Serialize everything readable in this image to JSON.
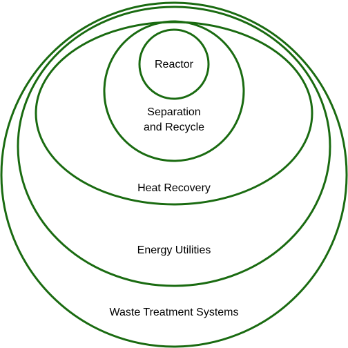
{
  "diagram": {
    "stroke_color": "#1a6b11",
    "layers": {
      "reactor": {
        "label": "Reactor"
      },
      "separation": {
        "label_line1": "Separation",
        "label_line2": "and Recycle"
      },
      "heat_recovery": {
        "label": "Heat Recovery"
      },
      "energy_utilities": {
        "label": "Energy Utilities"
      },
      "waste_treatment": {
        "label": "Waste Treatment Systems"
      }
    }
  }
}
